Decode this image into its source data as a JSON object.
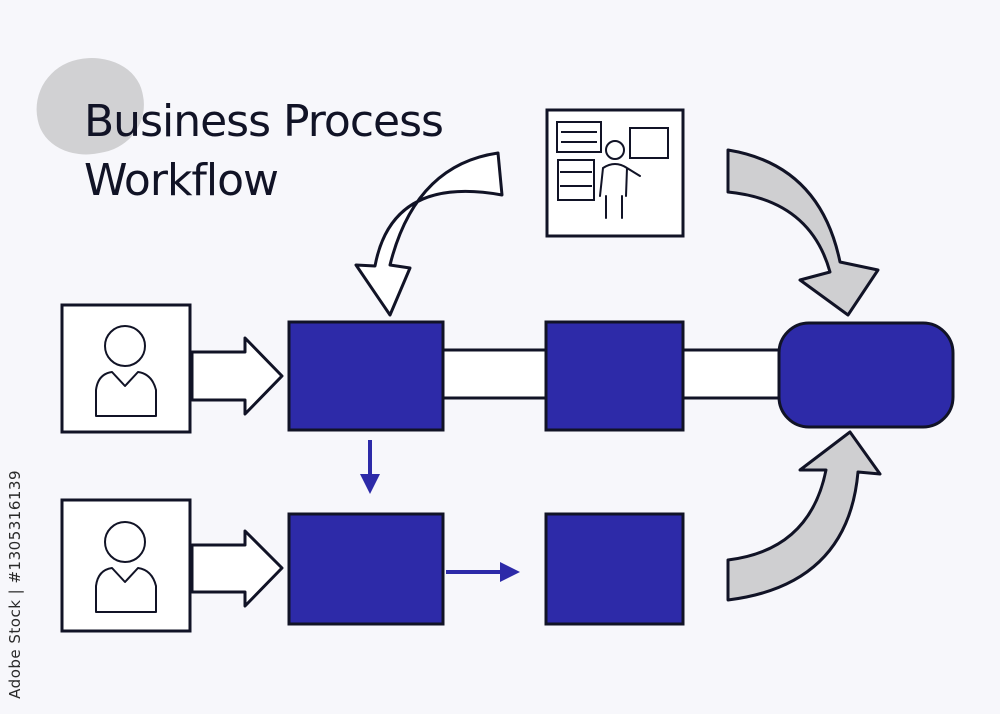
{
  "title": {
    "line1": "Business Process",
    "line2": "Workflow"
  },
  "watermark": {
    "id": "Adobe Stock | #1305316139"
  },
  "colors": {
    "process_blue": "#2d2aa8",
    "ink": "#111326",
    "grey_arrow": "#cfcfd1",
    "background": "#f7f7fb"
  },
  "icons": [
    "person-icon",
    "presenter-icon"
  ]
}
